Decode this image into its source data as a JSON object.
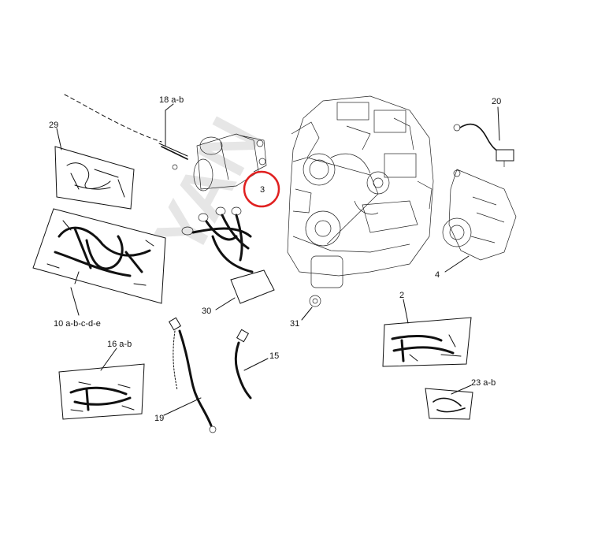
{
  "watermark": "YAN",
  "callouts": {
    "c29": "29",
    "c18": "18 a-b",
    "c3": "3",
    "c20": "20",
    "c4": "4",
    "c10": "10 a-b-c-d-e",
    "c30": "30",
    "c31": "31",
    "c2": "2",
    "c16": "16 a-b",
    "c15": "15",
    "c19": "19",
    "c23": "23 a-b"
  },
  "highlight_color": "#e02020"
}
